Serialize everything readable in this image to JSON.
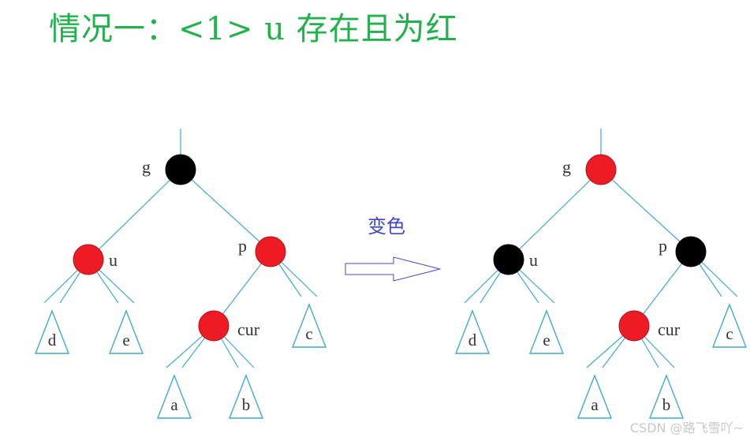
{
  "title": "情况一：<1> u 存在且为红",
  "transform_label": "变色",
  "watermark": "CSDN @路飞雪吖~",
  "colors": {
    "title": "#22b14c",
    "line": "#3fa9d0",
    "red_node": "#ed1c24",
    "black_node": "#000000",
    "label": "#333333",
    "transform_label": "#3f48cc",
    "arrow": "#3f48cc"
  },
  "trees": [
    {
      "name": "before",
      "nodes": [
        {
          "id": "g",
          "label": "g",
          "color": "black"
        },
        {
          "id": "u",
          "label": "u",
          "color": "red"
        },
        {
          "id": "p",
          "label": "p",
          "color": "red"
        },
        {
          "id": "cur",
          "label": "cur",
          "color": "red"
        }
      ],
      "subtrees": [
        "d",
        "e",
        "c",
        "a",
        "b"
      ]
    },
    {
      "name": "after",
      "nodes": [
        {
          "id": "g",
          "label": "g",
          "color": "red"
        },
        {
          "id": "u",
          "label": "u",
          "color": "black"
        },
        {
          "id": "p",
          "label": "p",
          "color": "black"
        },
        {
          "id": "cur",
          "label": "cur",
          "color": "red"
        }
      ],
      "subtrees": [
        "d",
        "e",
        "c",
        "a",
        "b"
      ]
    }
  ]
}
